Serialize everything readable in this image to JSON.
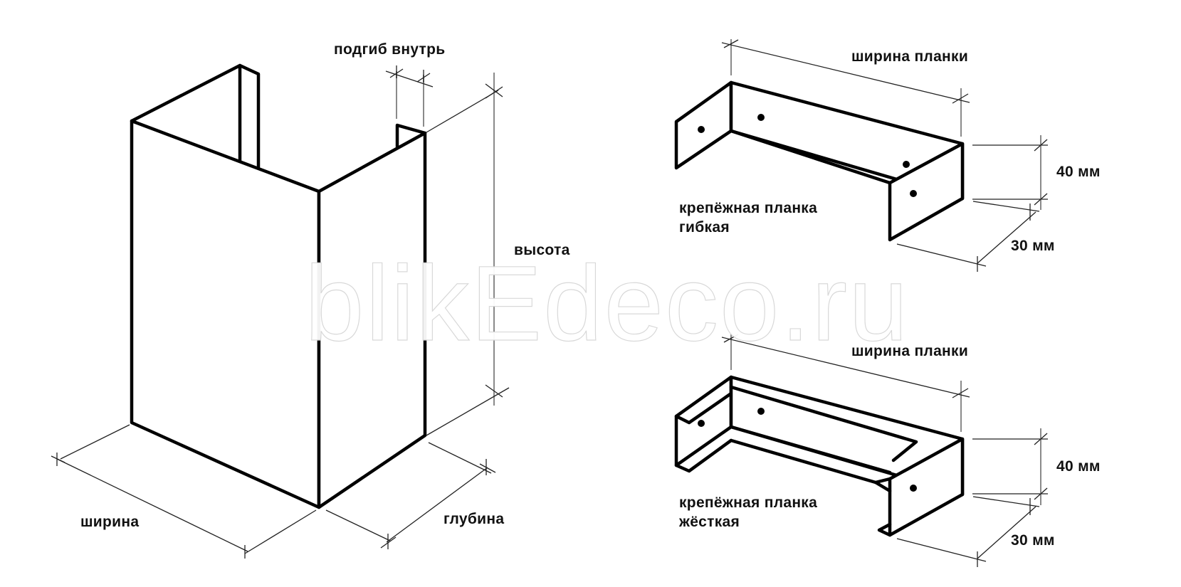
{
  "diagram": {
    "watermark": "blikEdeco.ru",
    "chimney_casing": {
      "labels": {
        "inner_fold": "подгиб внутрь",
        "height": "высота",
        "width": "ширина",
        "depth": "глубина"
      }
    },
    "flexible_bracket": {
      "title_line1": "крепёжная планка",
      "title_line2": "гибкая",
      "bar_width": "ширина планки",
      "height_dim": "40 мм",
      "depth_dim": "30 мм"
    },
    "rigid_bracket": {
      "title_line1": "крепёжная планка",
      "title_line2": "жёсткая",
      "bar_width": "ширина планки",
      "height_dim": "40 мм",
      "depth_dim": "30 мм"
    }
  }
}
